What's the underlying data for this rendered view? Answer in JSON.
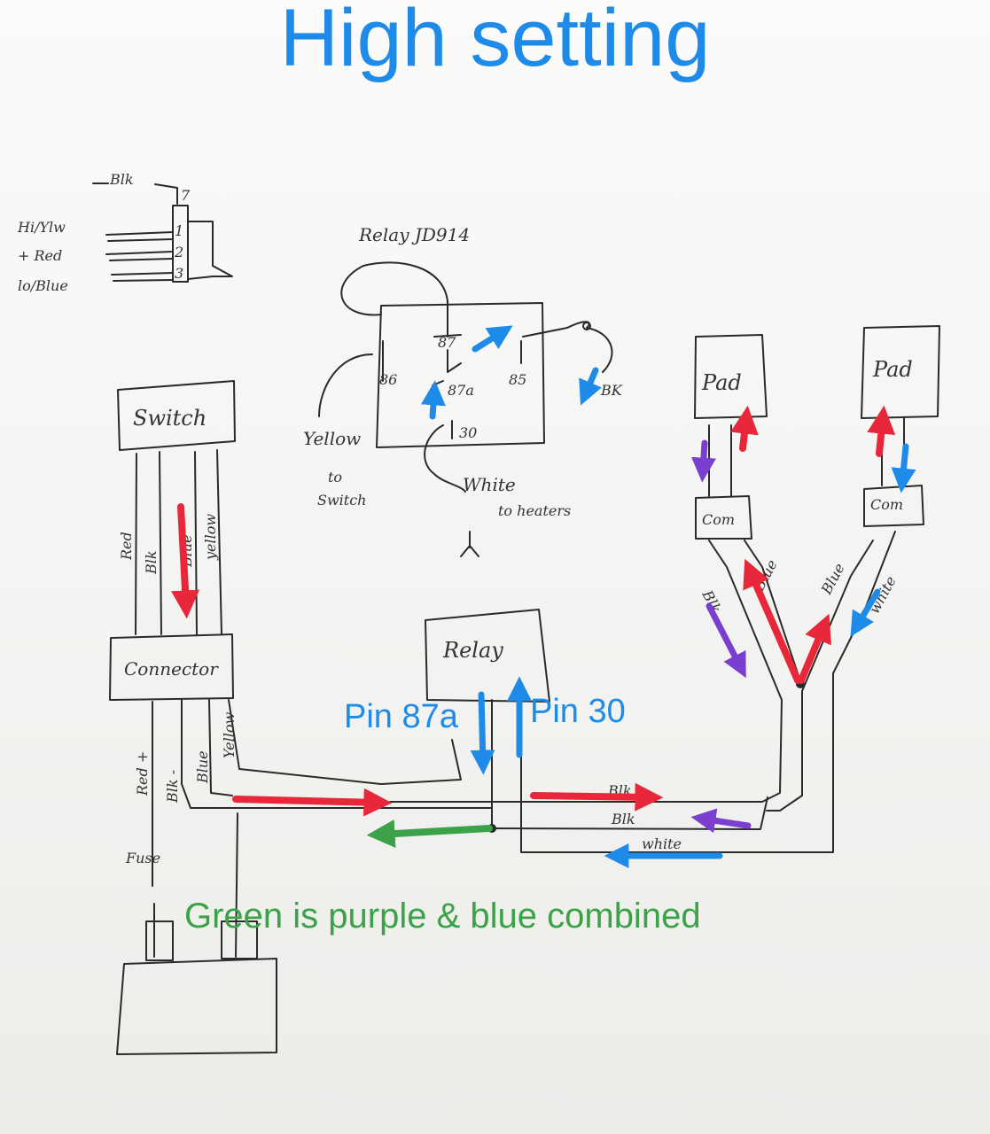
{
  "title": "High setting",
  "overlay_labels": {
    "pin_87a": "Pin 87a",
    "pin_30": "Pin 30",
    "note": "Green is purple & blue combined"
  },
  "handwriting": {
    "connector_pinout": {
      "blk": "Blk",
      "pin7": "7",
      "hi_ylw": "Hi/Ylw",
      "plus_red": "+ Red",
      "lo_blue": "lo/Blue",
      "pin1": "1",
      "pin2": "2",
      "pin3": "3"
    },
    "relay_detail": {
      "title": "Relay JD914",
      "pin86": "86",
      "pin87": "87",
      "pin87a": "87a",
      "pin85": "85",
      "pin30": "30",
      "bk": "BK",
      "yellow": "Yellow",
      "to_switch_to": "to",
      "to_switch_sw": "Switch",
      "white": "White",
      "to_heaters": "to heaters"
    },
    "switch": "Switch",
    "connector": "Connector",
    "relay": "Relay",
    "pad": "Pad",
    "com": "Com",
    "upper_wires": {
      "red": "Red",
      "blk": "Blk",
      "blue": "Blue",
      "yellow": "yellow"
    },
    "lower_wires": {
      "red": "Red +",
      "blk": "Blk -",
      "blue": "Blue",
      "yellow": "Yellow"
    },
    "fuse": "Fuse",
    "harness_left": {
      "blk": "Blk",
      "blue": "Blue"
    },
    "harness_right": {
      "blue": "Blue",
      "white": "white"
    },
    "bottom_wires": {
      "blk1": "Blk",
      "blk2": "Blk",
      "white": "white"
    }
  },
  "colors": {
    "title_blue": "#1f8be8",
    "arrow_red": "#e8283a",
    "arrow_blue": "#1f8be8",
    "arrow_purple": "#7a3fd0",
    "arrow_green": "#3ca24a",
    "ink": "#2a2a2a"
  }
}
